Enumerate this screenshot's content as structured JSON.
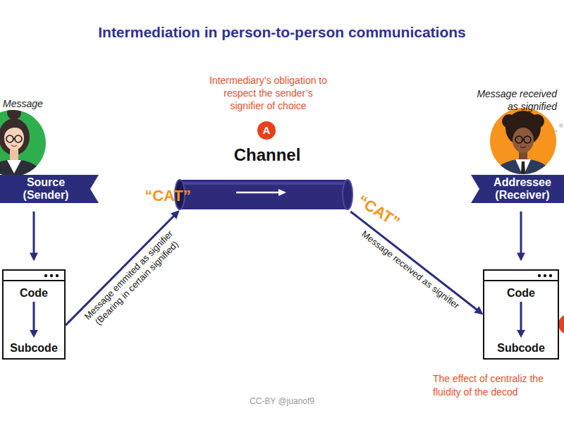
{
  "diagram": {
    "title": "Intermediation in person-to-person communications",
    "nodes": [
      {
        "text": [
          "Source (Sender)"
        ]
      },
      {
        "text": [
          "Code",
          "Subcode"
        ]
      },
      {
        "text": [
          "Channel"
        ]
      },
      {
        "text": [
          "Addressee (Receiver)"
        ]
      },
      {
        "text": [
          "Code",
          "Subcode"
        ]
      }
    ],
    "edges": [
      {
        "from": 0,
        "to": 1,
        "arrow": "to"
      },
      {
        "from": 1,
        "to": 2,
        "label": "Message emmited as signifier (Bearing in certain signified)",
        "arrow": "to"
      },
      {
        "from": 2,
        "to": 4,
        "label": "Message received as signifier",
        "arrow": "to"
      },
      {
        "from": 3,
        "to": 4,
        "arrow": "to"
      }
    ],
    "labels": [
      "Message",
      "Intermediary’s obligation to respect the sender’s signifier of choice",
      "A",
      "Message received as signified",
      "“CAT”",
      "“CAT”",
      "The effect of centraliz the fluidity of the decod",
      "CC-BY @juanof9"
    ]
  }
}
